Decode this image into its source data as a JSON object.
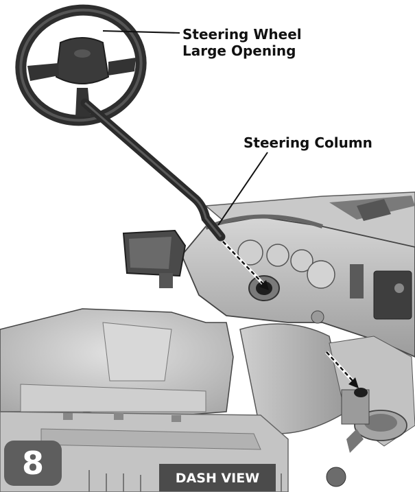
{
  "labels": {
    "steering_wheel_line1": "Steering Wheel",
    "steering_wheel_line2": "Large Opening",
    "steering_column": "Steering Column"
  },
  "step_number": "8",
  "view_caption": "DASH VIEW",
  "colors": {
    "body_plastic": "#d9d9d9",
    "shadow": "#8c8c8c",
    "dark_part": "#3a3a3a",
    "badge": "#5e5e5e",
    "caption_tab": "#4b4b4b"
  }
}
